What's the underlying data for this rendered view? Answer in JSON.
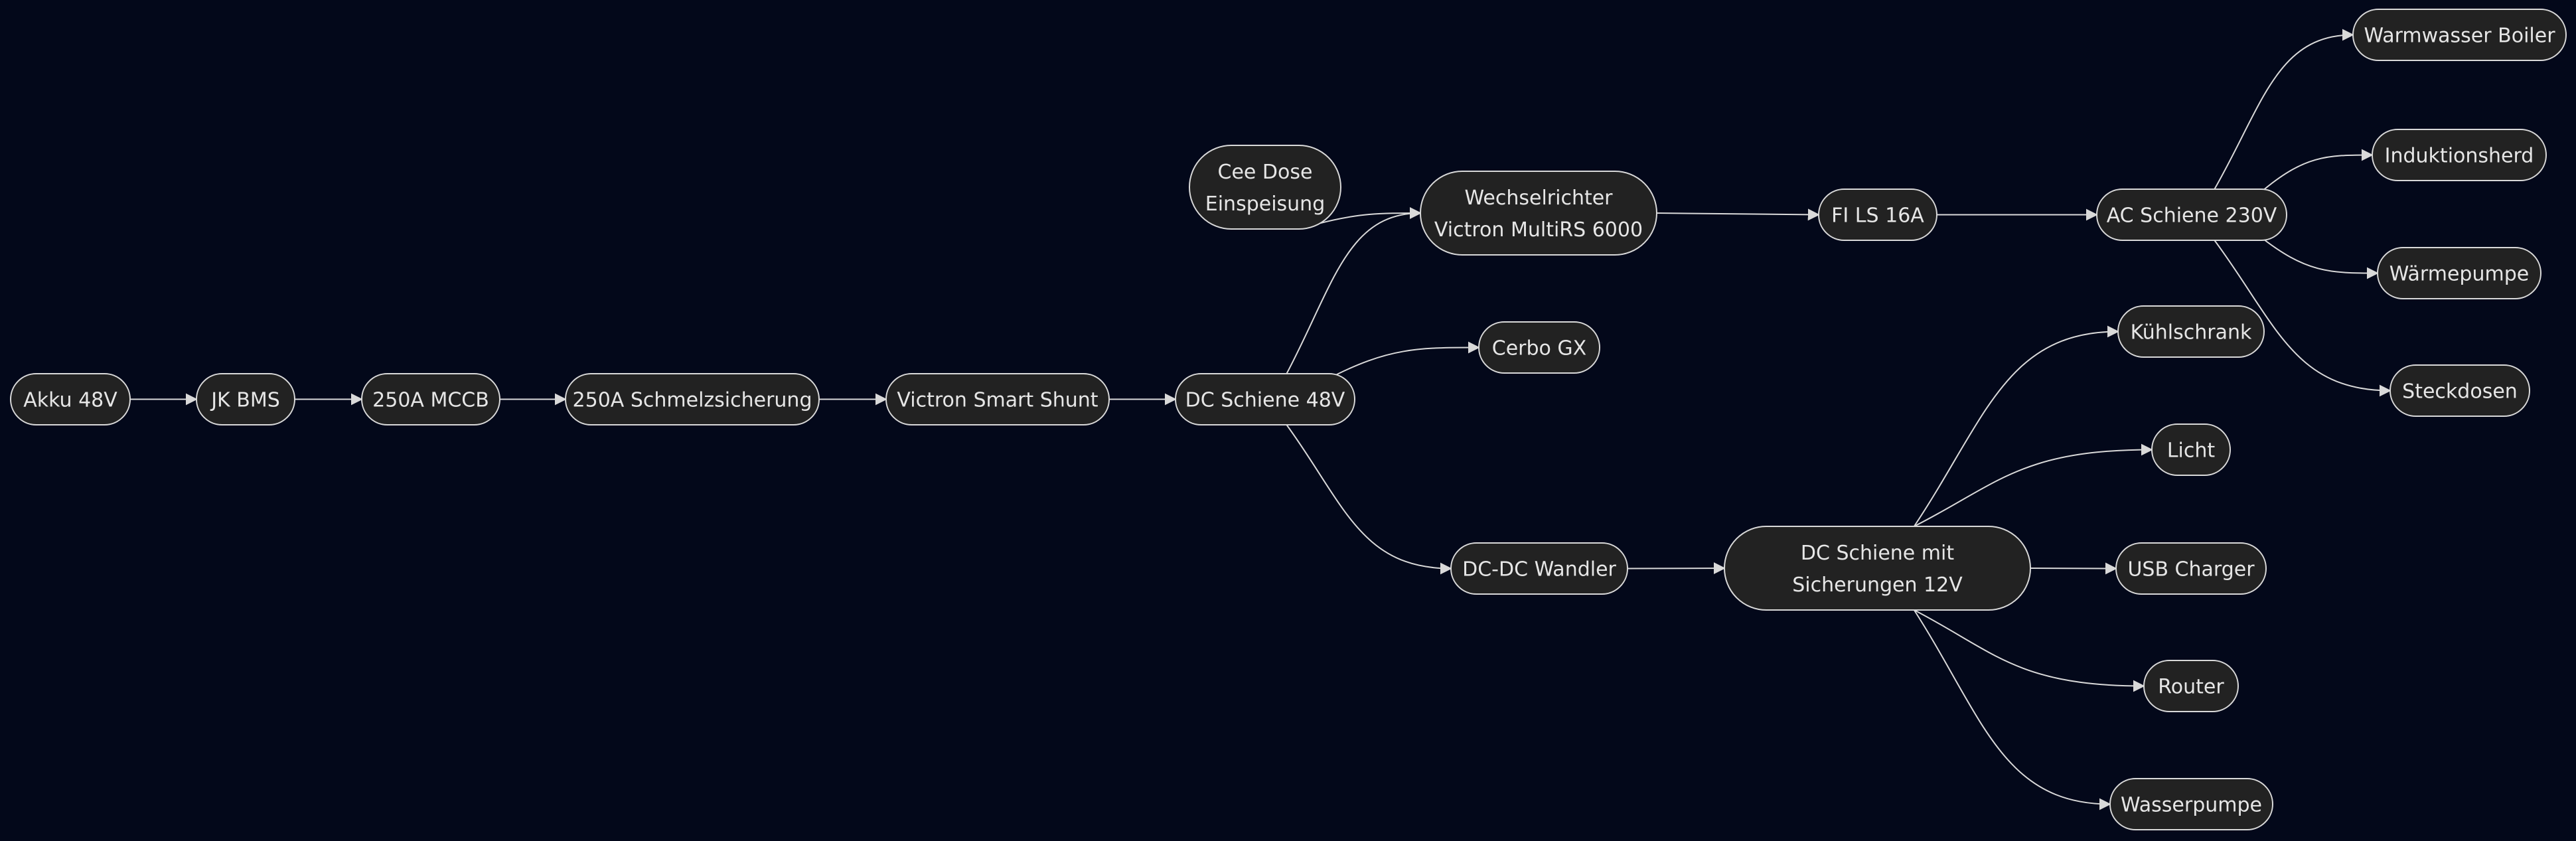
{
  "diagram": {
    "type": "flowchart",
    "direction": "LR",
    "nodes": [
      {
        "id": "akku",
        "label": "Akku 48V"
      },
      {
        "id": "bms",
        "label": "JK BMS"
      },
      {
        "id": "mccb",
        "label": "250A MCCB"
      },
      {
        "id": "fuse",
        "label": "250A Schmelzsicherung"
      },
      {
        "id": "shunt",
        "label": "Victron Smart Shunt"
      },
      {
        "id": "dc48",
        "label": "DC Schiene 48V"
      },
      {
        "id": "cee",
        "label": "Cee Dose\nEinspeisung"
      },
      {
        "id": "inverter",
        "label": "Wechselrichter\nVictron MultiRS 6000"
      },
      {
        "id": "cerbo",
        "label": "Cerbo GX"
      },
      {
        "id": "dcdc",
        "label": "DC-DC Wandler"
      },
      {
        "id": "fils",
        "label": "FI LS 16A"
      },
      {
        "id": "ac230",
        "label": "AC Schiene 230V"
      },
      {
        "id": "dc12",
        "label": "DC Schiene mit\nSicherungen 12V"
      },
      {
        "id": "boiler",
        "label": "Warmwasser Boiler"
      },
      {
        "id": "induktion",
        "label": "Induktionsherd"
      },
      {
        "id": "waermepumpe",
        "label": "Wärmepumpe"
      },
      {
        "id": "steckdosen",
        "label": "Steckdosen"
      },
      {
        "id": "kuehlschrank",
        "label": "Kühlschrank"
      },
      {
        "id": "licht",
        "label": "Licht"
      },
      {
        "id": "usb",
        "label": "USB Charger"
      },
      {
        "id": "router",
        "label": "Router"
      },
      {
        "id": "wasserpumpe",
        "label": "Wasserpumpe"
      }
    ],
    "edges": [
      {
        "from": "akku",
        "to": "bms"
      },
      {
        "from": "bms",
        "to": "mccb"
      },
      {
        "from": "mccb",
        "to": "fuse"
      },
      {
        "from": "fuse",
        "to": "shunt"
      },
      {
        "from": "shunt",
        "to": "dc48"
      },
      {
        "from": "dc48",
        "to": "inverter"
      },
      {
        "from": "dc48",
        "to": "cerbo"
      },
      {
        "from": "dc48",
        "to": "dcdc"
      },
      {
        "from": "cee",
        "to": "inverter"
      },
      {
        "from": "inverter",
        "to": "fils"
      },
      {
        "from": "fils",
        "to": "ac230"
      },
      {
        "from": "ac230",
        "to": "boiler"
      },
      {
        "from": "ac230",
        "to": "induktion"
      },
      {
        "from": "ac230",
        "to": "waermepumpe"
      },
      {
        "from": "ac230",
        "to": "steckdosen"
      },
      {
        "from": "dcdc",
        "to": "dc12"
      },
      {
        "from": "dc12",
        "to": "kuehlschrank"
      },
      {
        "from": "dc12",
        "to": "licht"
      },
      {
        "from": "dc12",
        "to": "usb"
      },
      {
        "from": "dc12",
        "to": "router"
      },
      {
        "from": "dc12",
        "to": "wasserpumpe"
      }
    ]
  },
  "colors": {
    "background": "#03081a",
    "node_fill": "#222222",
    "node_stroke": "#d9d9d9",
    "text": "#e6e6e6",
    "edge": "#d9d9d9"
  }
}
